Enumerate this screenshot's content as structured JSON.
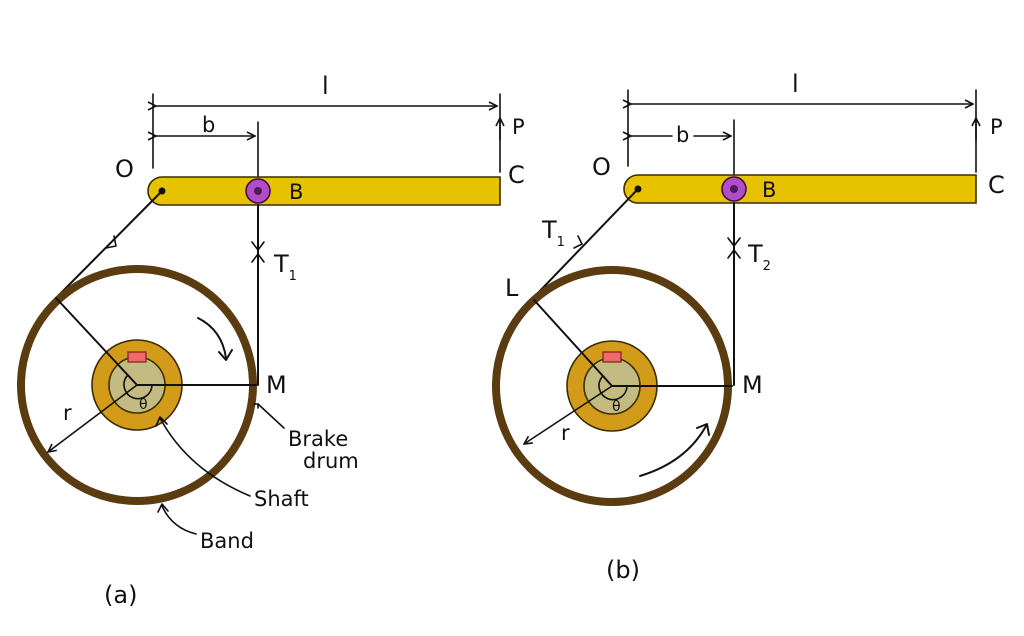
{
  "colors": {
    "lever": "#e6c200",
    "lever_outline": "#3a2e00",
    "pin": "#b24cc8",
    "band": "#5b3c11",
    "drum_fill": "#ffffff",
    "hub_outer": "#d39b1a",
    "hub_inner": "#c4bb82",
    "key": "#f06a6a",
    "ink": "#111111"
  },
  "diagram_a": {
    "caption": "(a)",
    "length_label": "l",
    "b_label": "b",
    "force_label": "P",
    "fulcrum_label": "O",
    "pin_label": "B",
    "end_label": "C",
    "tension_label": "T",
    "tension_subscript": "1",
    "tangent_label": "M",
    "radius_label": "r",
    "angle_label": "θ",
    "brake_drum_label_line1": "Brake",
    "brake_drum_label_line2": "drum",
    "shaft_label": "Shaft",
    "band_label": "Band",
    "rotation": "clockwise"
  },
  "diagram_b": {
    "caption": "(b)",
    "length_label": "l",
    "b_label": "b",
    "force_label": "P",
    "fulcrum_label": "O",
    "pin_label": "B",
    "end_label": "C",
    "t1_label": "T",
    "t1_subscript": "1",
    "t2_label": "T",
    "t2_subscript": "2",
    "tangent_label_left": "L",
    "tangent_label_right": "M",
    "radius_label": "r",
    "angle_label": "θ",
    "rotation": "counter-clockwise"
  }
}
